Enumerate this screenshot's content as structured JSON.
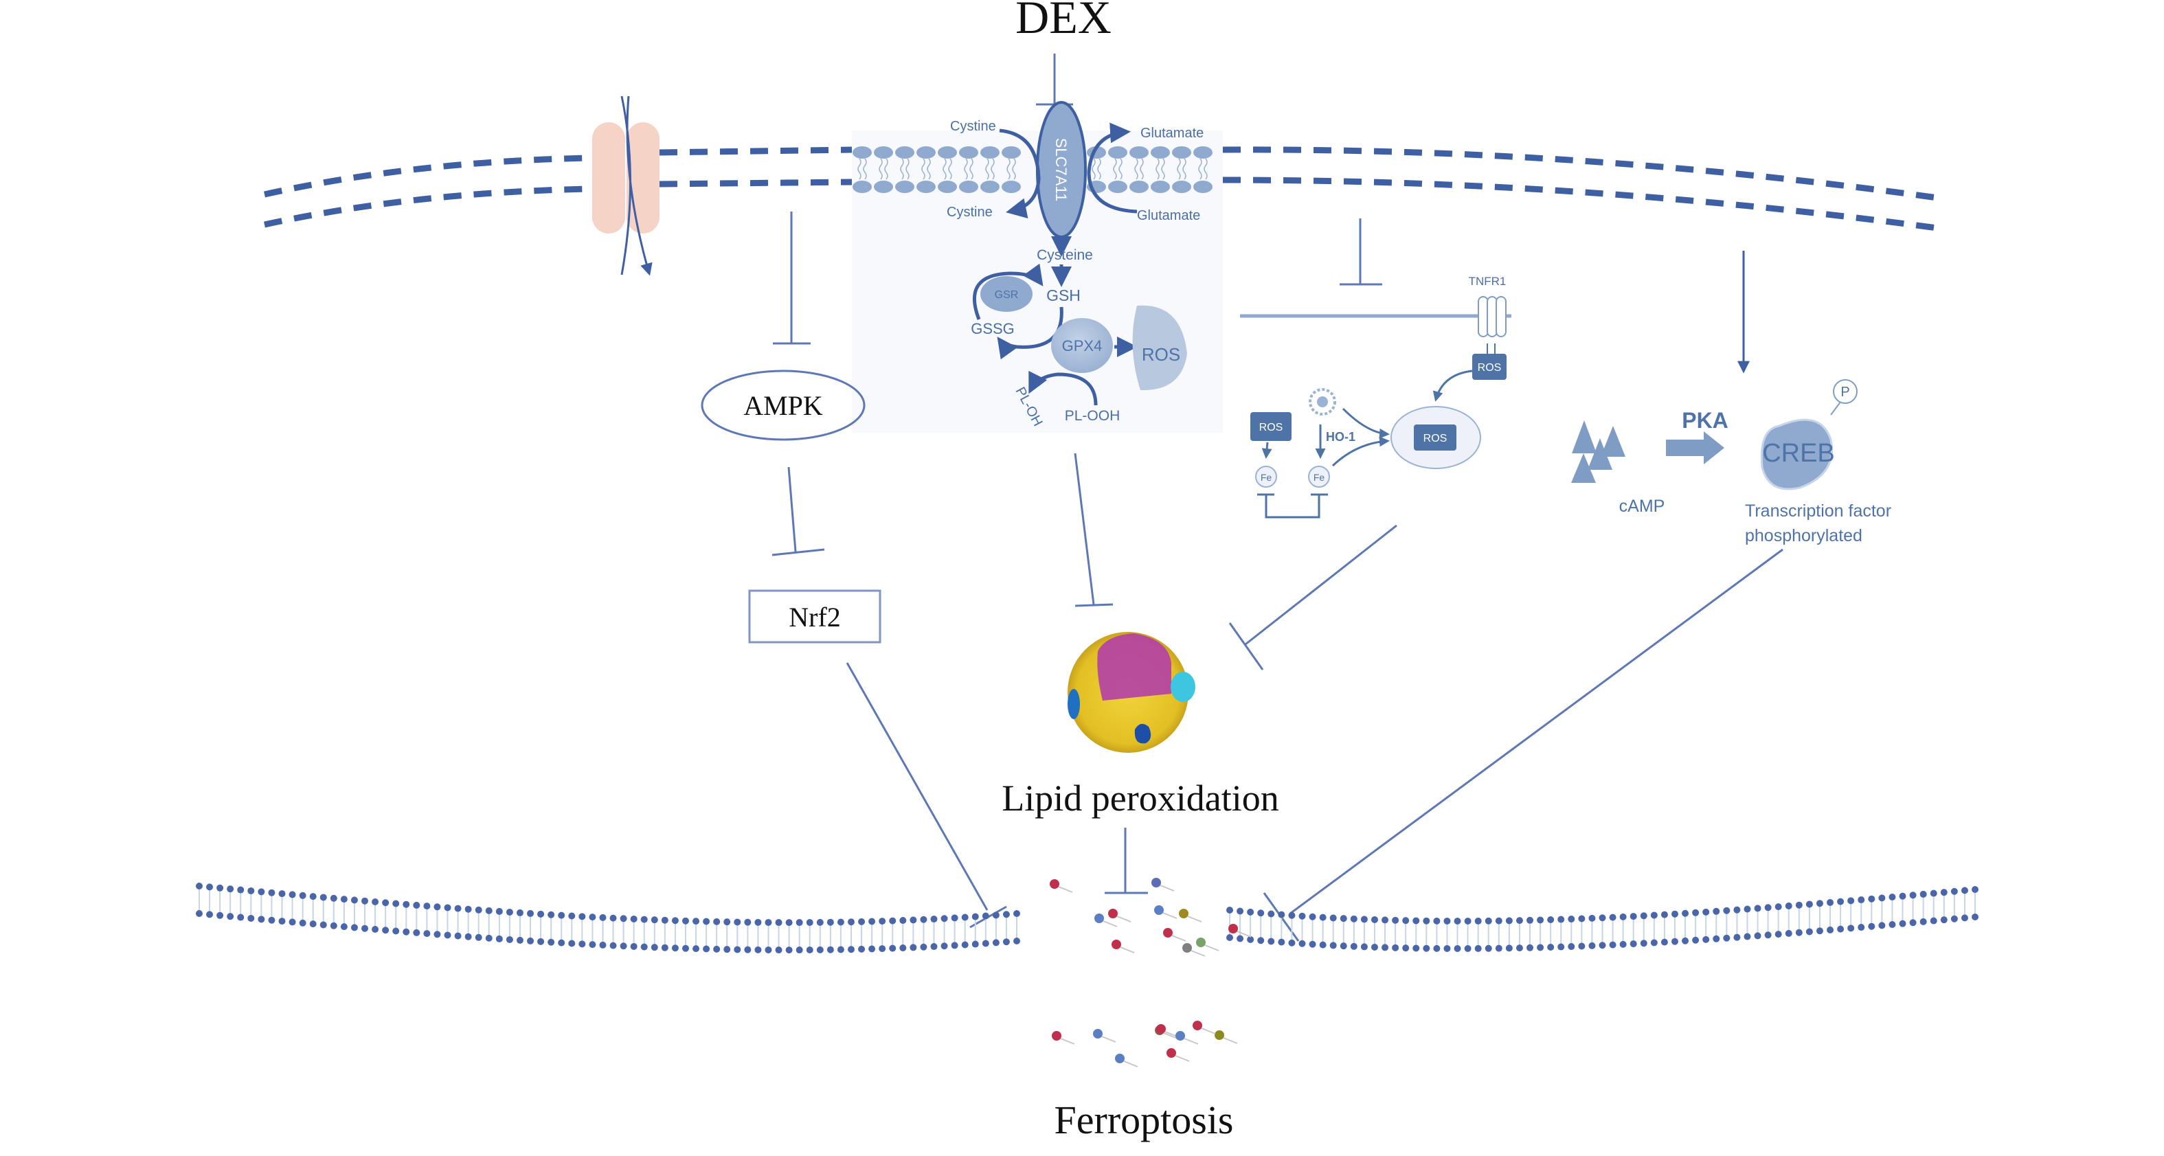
{
  "title": "DEX",
  "cell_membrane": {
    "channel_label": "",
    "transporter": {
      "name": "SLC7A11",
      "inputs": [
        "Cystine",
        "Glutamate"
      ],
      "outputs": [
        "Cystine",
        "Glutamate"
      ]
    }
  },
  "gpx4_pathway": {
    "cysteine": "Cysteine",
    "gsh": "GSH",
    "gsr": "GSR",
    "gssg": "GSSG",
    "gpx4": "GPX4",
    "ros": "ROS",
    "pl_oh": "PL-OH",
    "pl_ooh": "PL-OOH"
  },
  "tnf_pathway": {
    "receptor": "TNFR1",
    "ros_receptor": "ROS",
    "ros_left": "ROS",
    "ros_mito": "ROS",
    "ho1": "HO-1",
    "fe_left": "Fe",
    "fe_right": "Fe"
  },
  "creb_pathway": {
    "camp": "cAMP",
    "pka": "PKA",
    "creb": "CREB",
    "phospho": "P",
    "desc_line1": "Transcription factor",
    "desc_line2": "phosphorylated"
  },
  "ampk": "AMPK",
  "nrf2": "Nrf2",
  "lipid_peroxidation": "Lipid peroxidation",
  "ferroptosis": "Ferroptosis",
  "colors": {
    "line_blue": "#5d78b4",
    "dash_blue": "#3f5fa3",
    "panel_blue": "#7f9cc4",
    "box_blue": "#4e73a7",
    "channel_pink": "#f5d3c6",
    "cell_yellow": "#e8c62b",
    "nucleus_magenta": "#b23fa7"
  }
}
